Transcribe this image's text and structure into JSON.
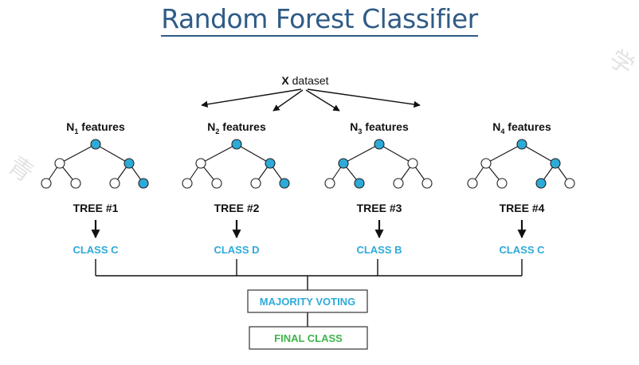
{
  "title": "Random Forest Classifier",
  "colors": {
    "title": "#2f5b86",
    "node_filled": "#2eaad8",
    "node_empty": "#ffffff",
    "class_text": "#2eaad8",
    "final_text": "#3cb44a",
    "line": "#111111"
  },
  "dataset": {
    "bold": "X",
    "rest": " dataset"
  },
  "trees": [
    {
      "feature_prefix": "N",
      "feature_sub": "1",
      "feature_suffix": " features",
      "label": "TREE #1",
      "class": "CLASS C",
      "highlighted_path": "right-right"
    },
    {
      "feature_prefix": "N",
      "feature_sub": "2",
      "feature_suffix": " features",
      "label": "TREE #2",
      "class": "CLASS D",
      "highlighted_path": "right-right"
    },
    {
      "feature_prefix": "N",
      "feature_sub": "3",
      "feature_suffix": " features",
      "label": "TREE #3",
      "class": "CLASS B",
      "highlighted_path": "left-right"
    },
    {
      "feature_prefix": "N",
      "feature_sub": "4",
      "feature_suffix": " features",
      "label": "TREE #4",
      "class": "CLASS C",
      "highlighted_path": "right-left"
    }
  ],
  "voting": "MAJORITY VOTING",
  "final": "FINAL CLASS",
  "watermarks": [
    "学",
    "青"
  ]
}
